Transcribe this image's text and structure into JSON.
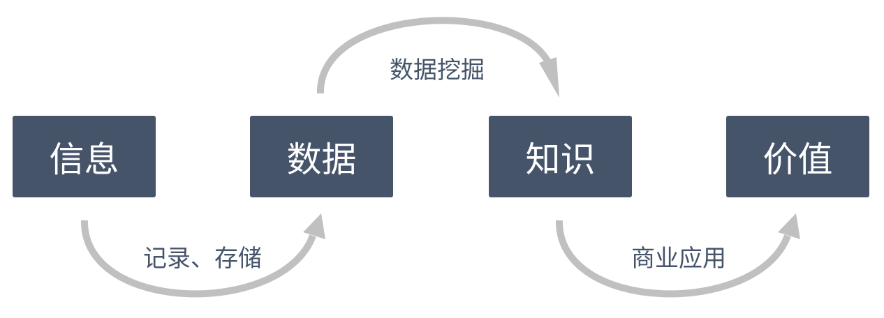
{
  "nodes": [
    "信息",
    "数据",
    "知识",
    "价值"
  ],
  "edges": [
    {
      "from": "信息",
      "to": "数据",
      "label": "记录、存储"
    },
    {
      "from": "数据",
      "to": "知识",
      "label": "数据挖掘"
    },
    {
      "from": "知识",
      "to": "价值",
      "label": "商业应用"
    }
  ],
  "colors": {
    "box": "#46546a",
    "arrow": "#c0c0c0",
    "text": "#46546a"
  }
}
